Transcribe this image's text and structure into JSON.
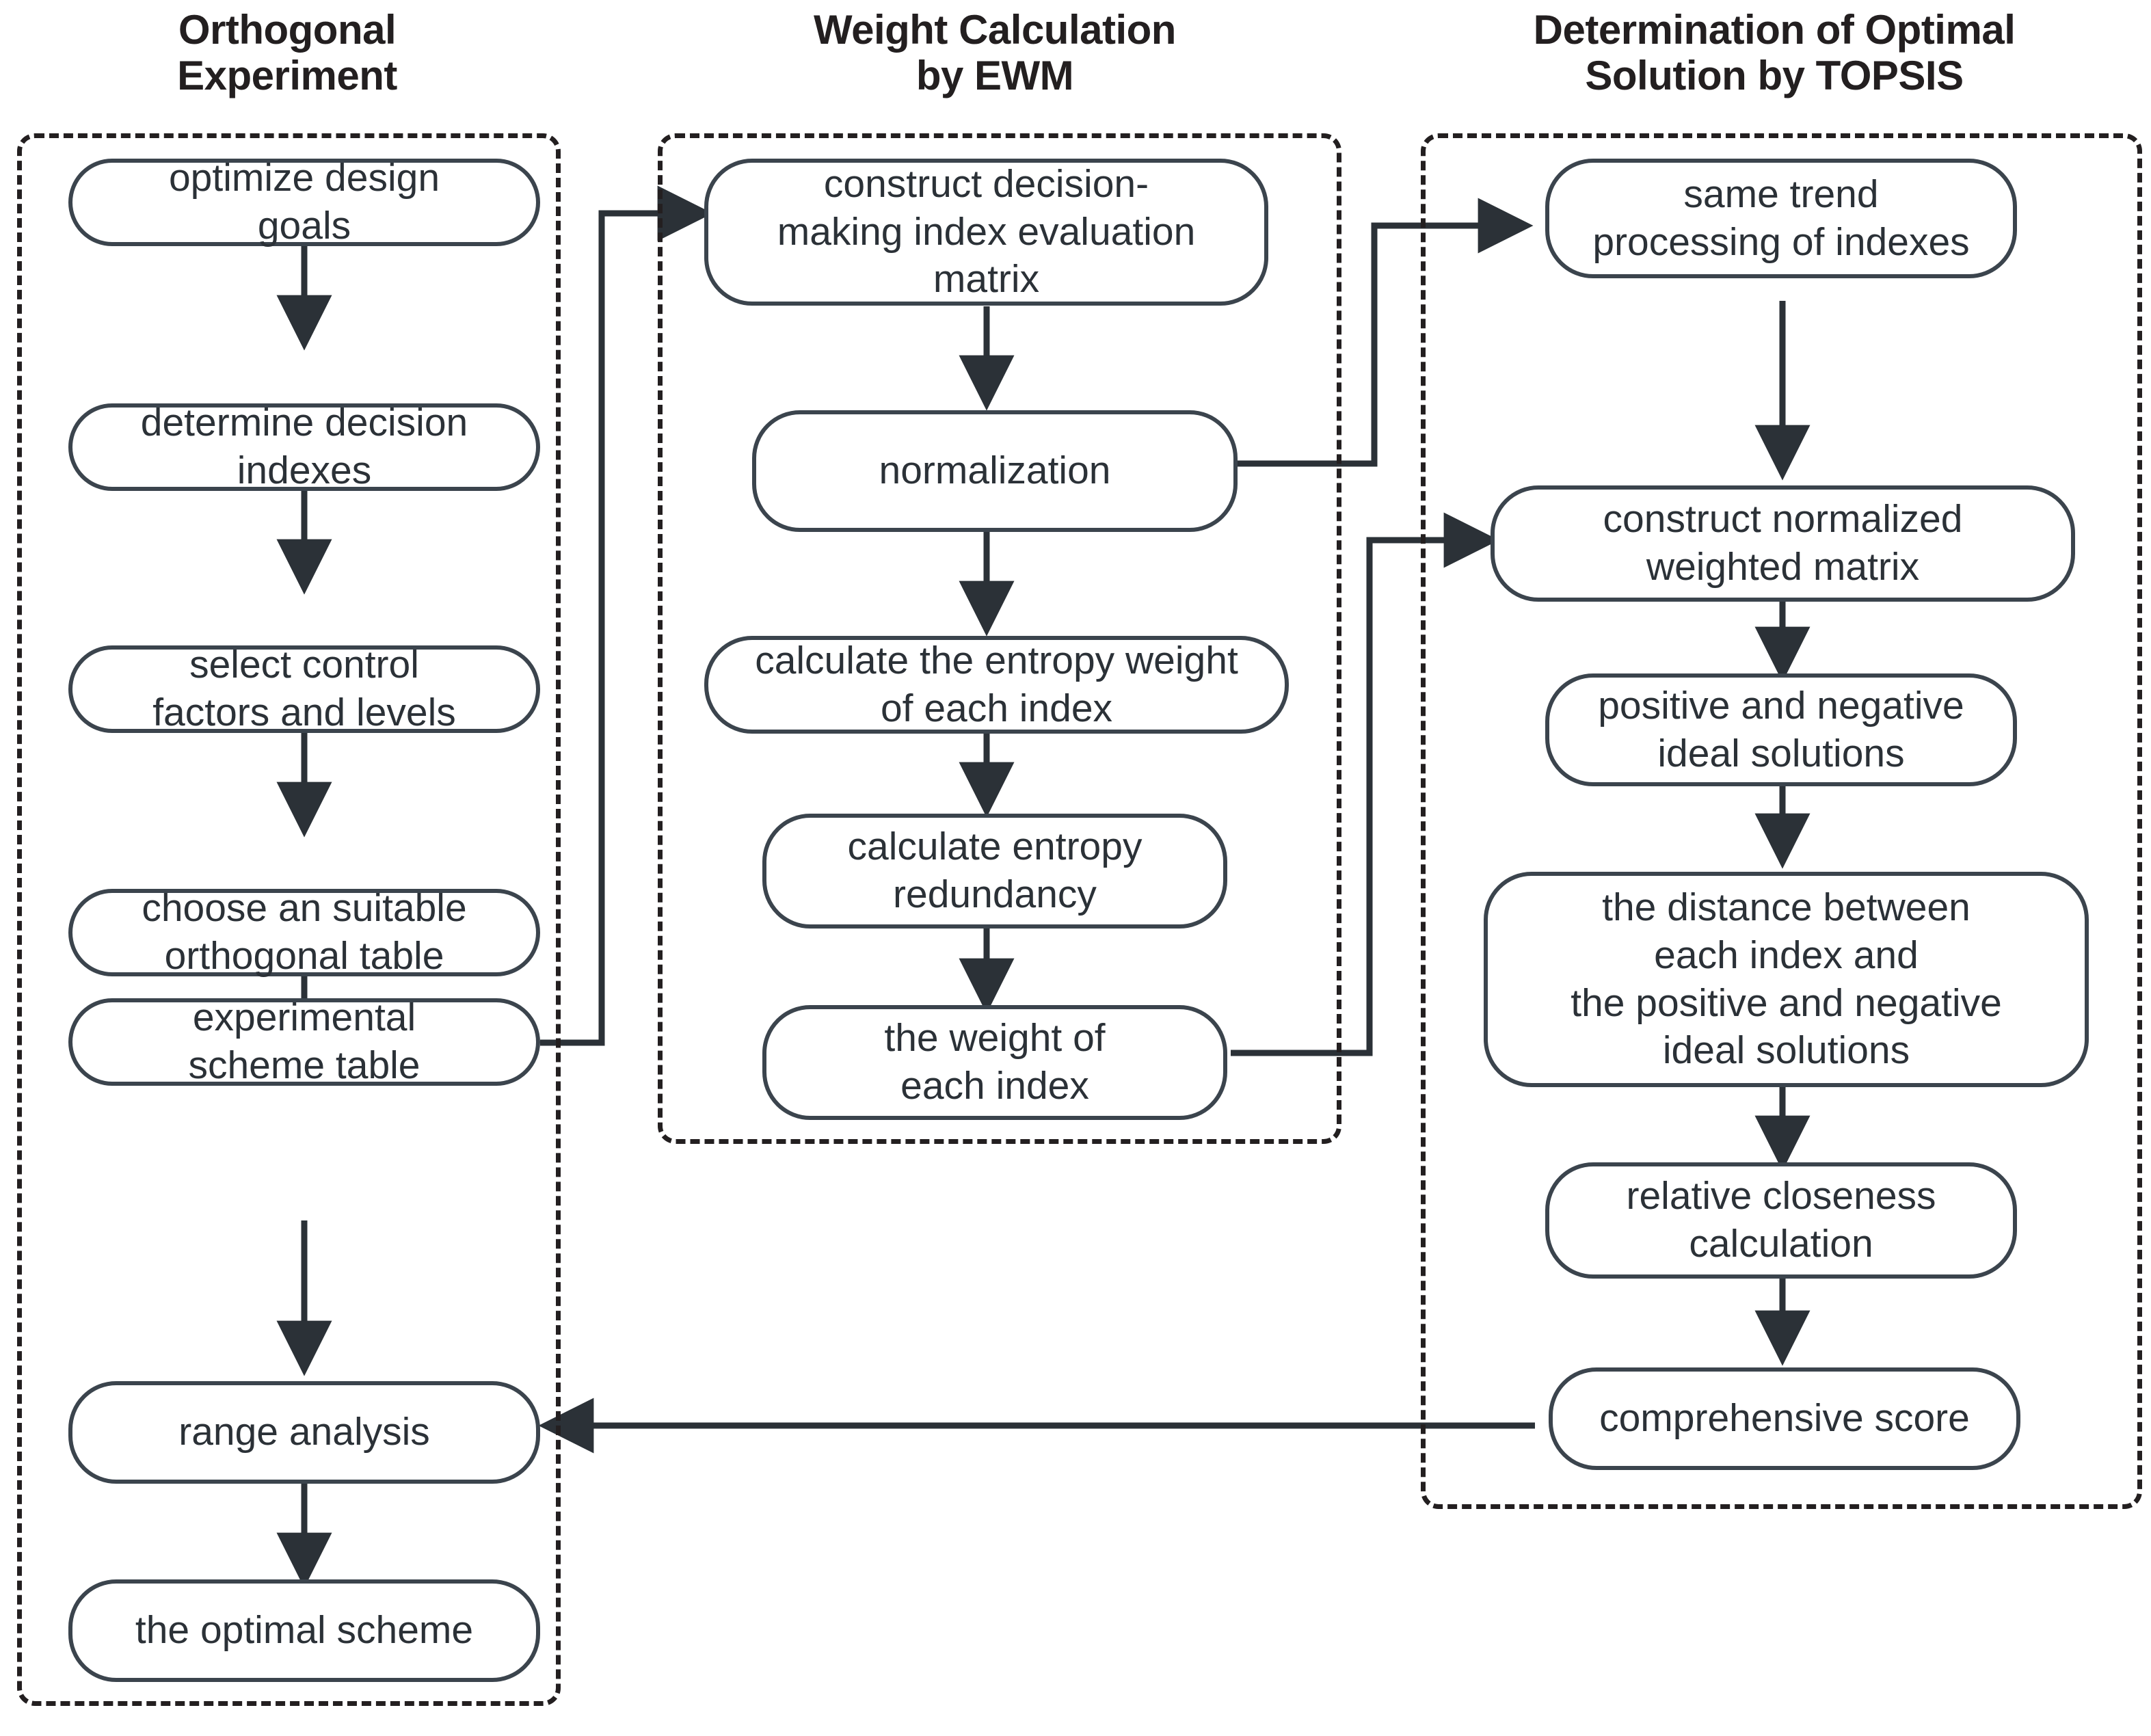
{
  "diagram": {
    "title_bar": {
      "columns": [
        {
          "id": "orthogonal-experiment",
          "label": "Orthogonal\nExperiment"
        },
        {
          "id": "weight-calculation-ewm",
          "label": "Weight Calculation\nby EWM"
        },
        {
          "id": "determination-topsis",
          "label": "Determination of  Optimal\nSolution by TOPSIS"
        }
      ]
    },
    "colors": {
      "node_stroke": "#3b444d",
      "node_fill": "#ffffff",
      "group_stroke": "#231f20",
      "connector": "#2b3137",
      "text": "#2b3137"
    },
    "columns": [
      {
        "id": "orthogonal-experiment",
        "nodes": [
          {
            "id": "optimize-design-goals",
            "label": "optimize design\ngoals"
          },
          {
            "id": "determine-decision-indexes",
            "label": "determine decision\nindexes"
          },
          {
            "id": "select-control-factors",
            "label": "select control\nfactors and levels"
          },
          {
            "id": "choose-orthogonal-table",
            "label": "choose an suitable\northogonal table"
          },
          {
            "id": "experimental-scheme-table",
            "label": "experimental\nscheme table"
          },
          {
            "id": "range-analysis",
            "label": "range analysis"
          },
          {
            "id": "the-optimal-scheme",
            "label": "the optimal scheme"
          }
        ]
      },
      {
        "id": "weight-calculation-ewm",
        "nodes": [
          {
            "id": "construct-decision-matrix",
            "label": "construct decision-\nmaking index evaluation\nmatrix"
          },
          {
            "id": "normalization",
            "label": "normalization"
          },
          {
            "id": "calculate-entropy-weight",
            "label": "calculate the entropy weight\nof each index"
          },
          {
            "id": "calculate-entropy-redundancy",
            "label": "calculate entropy\nredundancy"
          },
          {
            "id": "weight-of-each-index",
            "label": "the weight of\neach index"
          }
        ]
      },
      {
        "id": "determination-topsis",
        "nodes": [
          {
            "id": "same-trend-processing",
            "label": "same trend\nprocessing of indexes"
          },
          {
            "id": "construct-weighted-matrix",
            "label": "construct normalized\nweighted matrix"
          },
          {
            "id": "ideal-solutions",
            "label": "positive and negative\nideal solutions"
          },
          {
            "id": "distance-to-ideal",
            "label": "the distance between\neach index and\nthe positive and negative\nideal solutions"
          },
          {
            "id": "relative-closeness",
            "label": "relative closeness\ncalculation"
          },
          {
            "id": "comprehensive-score",
            "label": "comprehensive score"
          }
        ]
      }
    ],
    "connectors": [
      {
        "id": "c1",
        "from": "optimize-design-goals",
        "to": "determine-decision-indexes",
        "type": "vertical"
      },
      {
        "id": "c2",
        "from": "determine-decision-indexes",
        "to": "select-control-factors",
        "type": "vertical"
      },
      {
        "id": "c3",
        "from": "select-control-factors",
        "to": "choose-orthogonal-table",
        "type": "vertical"
      },
      {
        "id": "c4",
        "from": "choose-orthogonal-table",
        "to": "experimental-scheme-table",
        "type": "vertical"
      },
      {
        "id": "c5",
        "from": "experimental-scheme-table",
        "to": "range-analysis",
        "type": "vertical"
      },
      {
        "id": "c6",
        "from": "range-analysis",
        "to": "the-optimal-scheme",
        "type": "vertical"
      },
      {
        "id": "c7",
        "from": "experimental-scheme-table",
        "to": "construct-decision-matrix",
        "type": "elbow-right-up"
      },
      {
        "id": "c8",
        "from": "construct-decision-matrix",
        "to": "normalization",
        "type": "vertical"
      },
      {
        "id": "c9",
        "from": "normalization",
        "to": "calculate-entropy-weight",
        "type": "vertical"
      },
      {
        "id": "c10",
        "from": "calculate-entropy-weight",
        "to": "calculate-entropy-redundancy",
        "type": "vertical"
      },
      {
        "id": "c11",
        "from": "calculate-entropy-redundancy",
        "to": "weight-of-each-index",
        "type": "vertical"
      },
      {
        "id": "c12",
        "from": "normalization",
        "to": "same-trend-processing",
        "type": "elbow-right-up"
      },
      {
        "id": "c13",
        "from": "weight-of-each-index",
        "to": "construct-weighted-matrix",
        "type": "elbow-right-up"
      },
      {
        "id": "c14",
        "from": "same-trend-processing",
        "to": "construct-weighted-matrix",
        "type": "vertical"
      },
      {
        "id": "c15",
        "from": "construct-weighted-matrix",
        "to": "ideal-solutions",
        "type": "vertical"
      },
      {
        "id": "c16",
        "from": "ideal-solutions",
        "to": "distance-to-ideal",
        "type": "vertical"
      },
      {
        "id": "c17",
        "from": "distance-to-ideal",
        "to": "relative-closeness",
        "type": "vertical"
      },
      {
        "id": "c18",
        "from": "relative-closeness",
        "to": "comprehensive-score",
        "type": "vertical"
      },
      {
        "id": "c19",
        "from": "comprehensive-score",
        "to": "range-analysis",
        "type": "horizontal-left"
      }
    ]
  }
}
